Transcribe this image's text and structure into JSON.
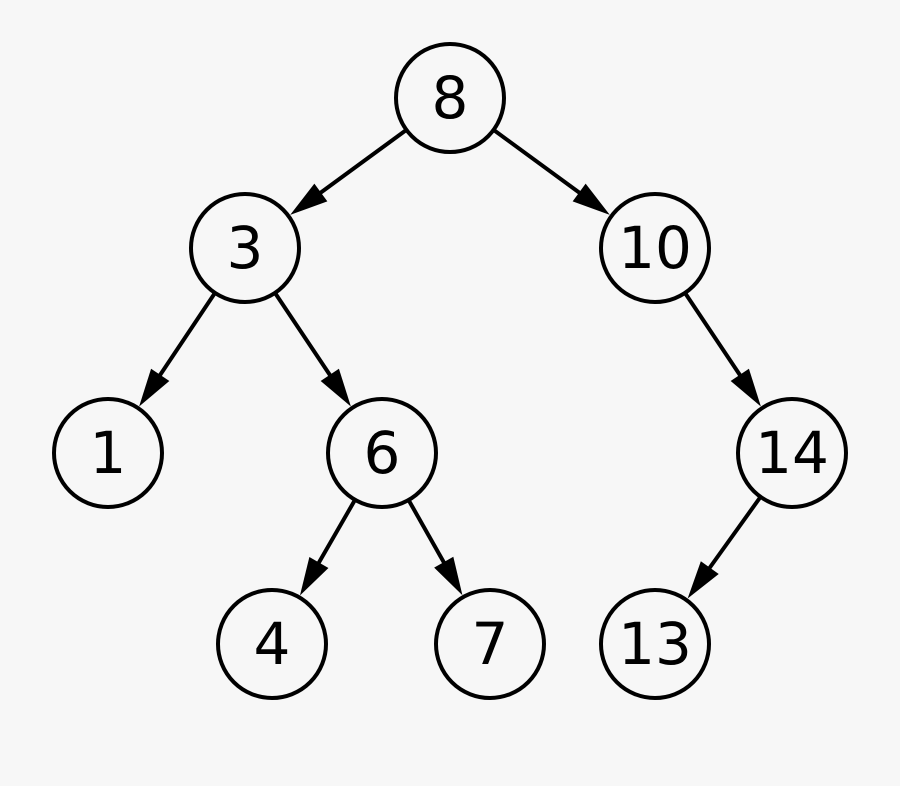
{
  "nodes": [
    {
      "id": "n8",
      "label": "8"
    },
    {
      "id": "n3",
      "label": "3"
    },
    {
      "id": "n10",
      "label": "10"
    },
    {
      "id": "n1",
      "label": "1"
    },
    {
      "id": "n6",
      "label": "6"
    },
    {
      "id": "n14",
      "label": "14"
    },
    {
      "id": "n4",
      "label": "4"
    },
    {
      "id": "n7",
      "label": "7"
    },
    {
      "id": "n13",
      "label": "13"
    }
  ],
  "edges": [
    {
      "from": "n8",
      "to": "n3"
    },
    {
      "from": "n8",
      "to": "n10"
    },
    {
      "from": "n3",
      "to": "n1"
    },
    {
      "from": "n3",
      "to": "n6"
    },
    {
      "from": "n10",
      "to": "n14"
    },
    {
      "from": "n6",
      "to": "n4"
    },
    {
      "from": "n6",
      "to": "n7"
    },
    {
      "from": "n14",
      "to": "n13"
    }
  ],
  "colors": {
    "background": "#f7f7f7",
    "stroke": "#000000"
  }
}
